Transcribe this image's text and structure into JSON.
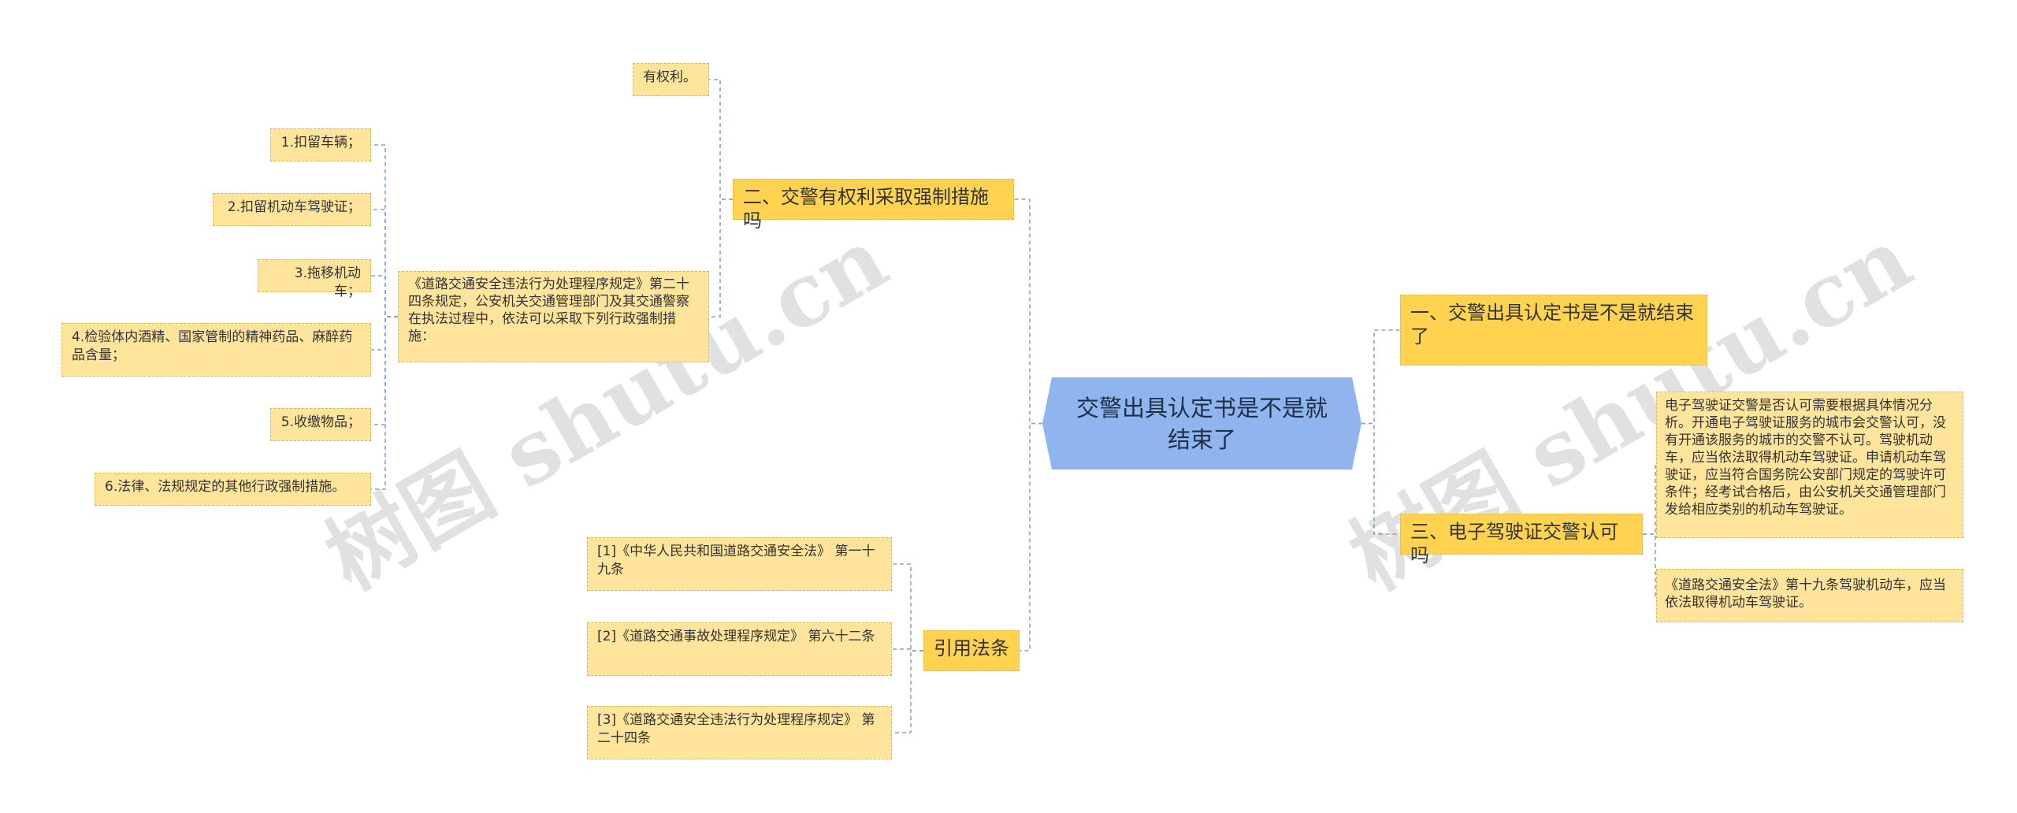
{
  "root": {
    "text": "交警出具认定书是不是就结束了"
  },
  "branches": {
    "b2": {
      "text": "二、交警有权利采取强制措施吗"
    },
    "b1": {
      "text": "一、交警出具认定书是不是就结束了"
    },
    "b3": {
      "text": "三、电子驾驶证交警认可吗"
    },
    "refs": {
      "text": "引用法条"
    }
  },
  "leaves": {
    "has_right": "有权利。",
    "rule_text": "《道路交通安全违法行为处理程序规定》第二十四条规定，公安机关交通管理部门及其交通警察在执法过程中，依法可以采取下列行政强制措施：",
    "m1": "1.扣留车辆；",
    "m2": "2.扣留机动车驾驶证；",
    "m3": "3.拖移机动车；",
    "m4": "4.检验体内酒精、国家管制的精神药品、麻醉药品含量；",
    "m5": "5.收缴物品；",
    "m6": "6.法律、法规规定的其他行政强制措施。",
    "r1": "[1]《中华人民共和国道路交通安全法》 第一十九条",
    "r2": "[2]《道路交通事故处理程序规定》 第六十二条",
    "r3": "[3]《道路交通安全违法行为处理程序规定》 第二十四条",
    "e1": "电子驾驶证交警是否认可需要根据具体情况分析。开通电子驾驶证服务的城市会交警认可，没有开通该服务的城市的交警不认可。驾驶机动车，应当依法取得机动车驾驶证。申请机动车驾驶证，应当符合国务院公安部门规定的驾驶许可条件；经考试合格后，由公安机关交通管理部门发给相应类别的机动车驾驶证。",
    "e2": "《道路交通安全法》第十九条驾驶机动车，应当依法取得机动车驾驶证。"
  },
  "watermark": "树图 shutu.cn",
  "colors": {
    "root_fill": "#8fb4ee",
    "branch_fill": "#ffd34f",
    "leaf_fill": "#ffe49b",
    "node_border": "#d9b95a",
    "connector": "#7fa3d8"
  }
}
